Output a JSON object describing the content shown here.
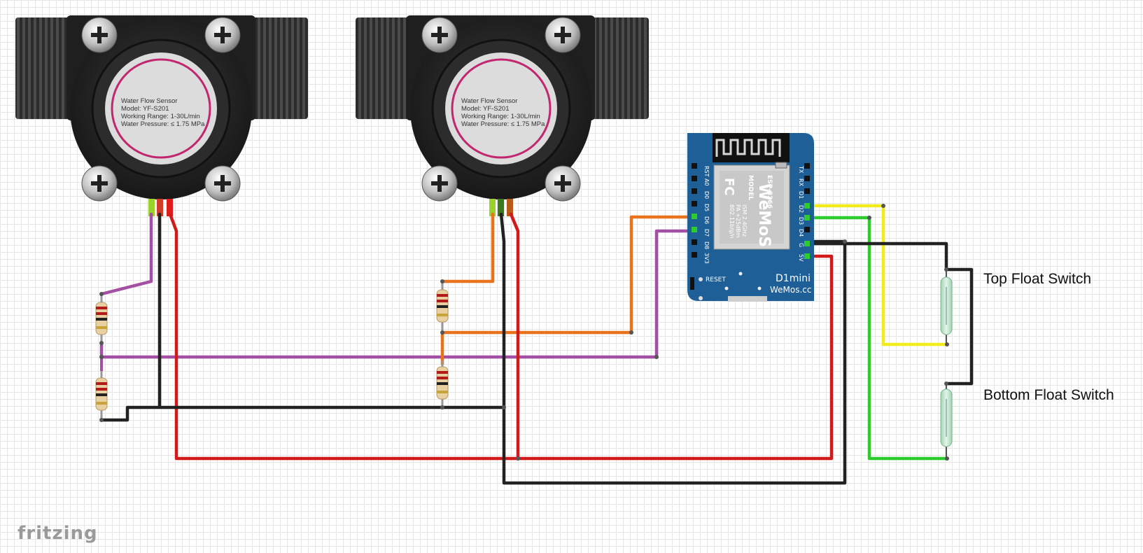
{
  "sensor": {
    "title": "Water Flow Sensor",
    "model": "Model: YF-S201",
    "range": "Working Range: 1-30L/min",
    "pressure": "Water Pressure: ≤ 1.75 MPa"
  },
  "board": {
    "model_text": "MODEL",
    "chip": "ESP-8266",
    "brand": "WeMoS",
    "freq": "ISM 2.4GHz",
    "pa": "PA +25dBm",
    "wifi": "802.11b/g/n",
    "name": "D1mini",
    "site": "WeMos.cc",
    "reset": "RESET",
    "fc": "FC",
    "pins_left": [
      "RST",
      "A0",
      "D0",
      "D5",
      "D6",
      "D7",
      "D8",
      "3V3"
    ],
    "pins_right": [
      "TX",
      "RX",
      "D1",
      "D2",
      "D3",
      "D4",
      "G",
      "5V"
    ]
  },
  "labels": {
    "top_switch": "Top Float Switch",
    "bottom_switch": "Bottom Float Switch"
  },
  "app": {
    "logo": "fritzing"
  },
  "colors": {
    "wire_purple": "#a34fa3",
    "wire_black": "#222222",
    "wire_red": "#d21a1a",
    "wire_orange": "#e8731c",
    "wire_yellow": "#f2ec1c",
    "wire_green": "#2ecb2e",
    "board_blue": "#1d5f96"
  }
}
